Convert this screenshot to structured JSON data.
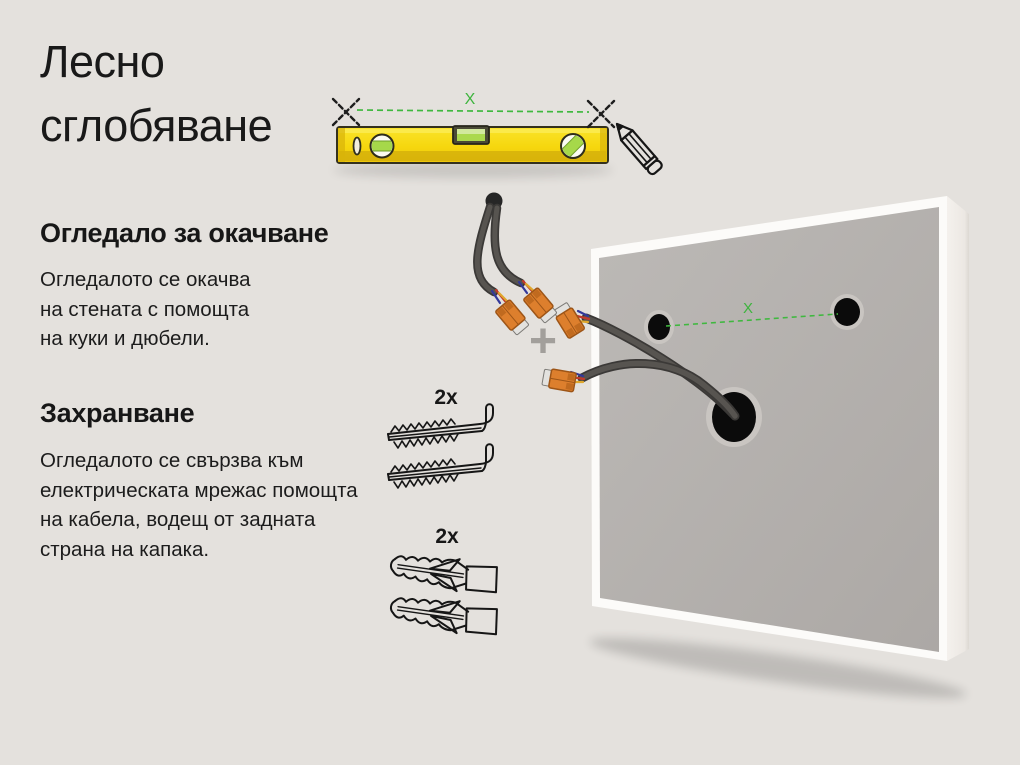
{
  "title": {
    "lines": [
      "Лесно",
      "сглобяване"
    ]
  },
  "sections": {
    "hanging": {
      "heading": "Огледало за окачване",
      "lines": [
        "Огледалото се окачва",
        "на стената с помощта",
        "на куки и дюбели."
      ]
    },
    "power": {
      "heading": "Захранване",
      "lines": [
        "Огледалото се свързва към",
        "електрическата мрежас помощта",
        "на кабела, водещ от задната",
        "страна на капака."
      ]
    }
  },
  "labels": {
    "hooks_qty": "2x",
    "dowels_qty": "2x",
    "wall_distance": "X",
    "panel_distance": "X",
    "plus": "+"
  },
  "colors": {
    "background": "#e4e1dd",
    "text": "#1a1a1a",
    "accent_green": "#3fb83f",
    "level_yellow": "#f6d90e",
    "panel_face": "#b4b0ad",
    "panel_frame": "#fcfbf9",
    "cable_gray": "#4e4b49",
    "connector_orange": "#dd7f2d",
    "wire_blue": "#33389a",
    "wire_red": "#c2392b",
    "wire_yellow": "#dfa72c"
  }
}
